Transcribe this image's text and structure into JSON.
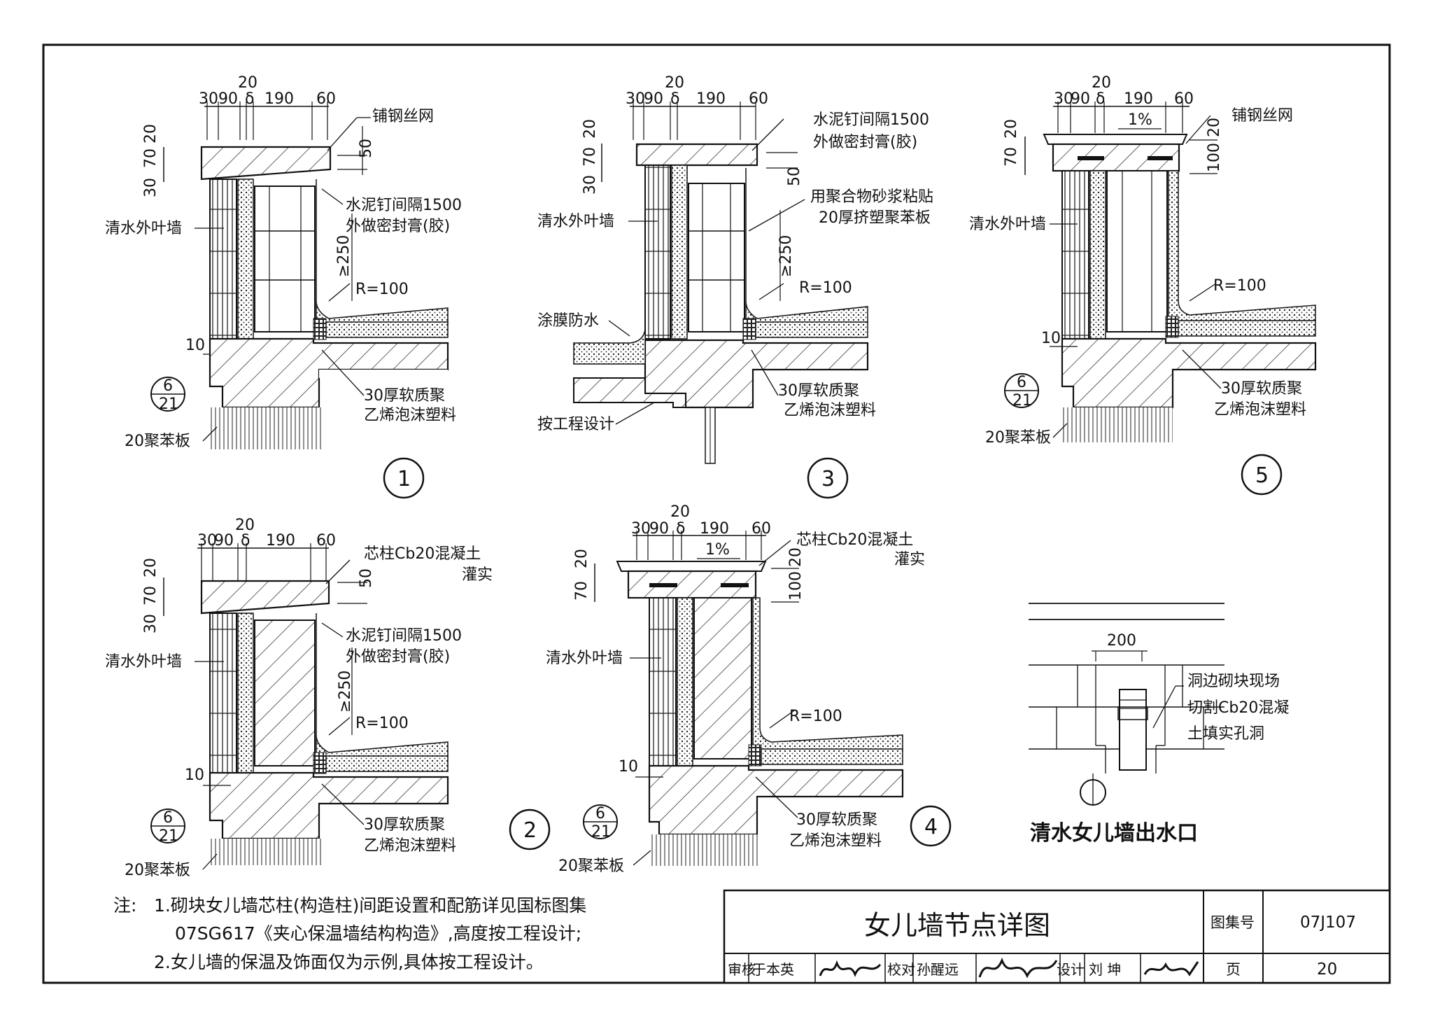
{
  "title_block": {
    "drawing_title": "女儿墙节点详图",
    "atlas_no_label": "图集号",
    "atlas_no": "07J107",
    "page_label": "页",
    "page_no": "20",
    "review_label": "审核",
    "reviewer": "于本英",
    "check_label": "校对",
    "checker": "孙醒远",
    "design_label": "设计",
    "designer": "刘 坤"
  },
  "notes": {
    "prefix": "注:",
    "line1": "1.砌块女儿墙芯柱(构造柱)间距设置和配筋详见国标图集",
    "line2": "07SG617《夹心保温墙结构构造》,高度按工程设计;",
    "line3": "2.女儿墙的保温及饰面仅为示例,具体按工程设计。"
  },
  "dimensions": {
    "top": [
      "30",
      "90",
      "δ",
      "190",
      "60"
    ],
    "gap": "20",
    "left": [
      "30",
      "70",
      "20"
    ],
    "left5": [
      "70",
      "20"
    ],
    "cap_h": "50",
    "cap_h5": "100",
    "cap_h5b": "20",
    "height": "≥250",
    "joint": "10",
    "radius": "R=100",
    "slope": "1%",
    "outlet_w": "200"
  },
  "labels": {
    "steel_mesh": "铺钢丝网",
    "nail_1": "水泥钉间隔1500",
    "nail_2": "外做密封膏(胶)",
    "face_wall": "清水外叶墙",
    "soft_foam_1": "30厚软质聚",
    "soft_foam_2": "乙烯泡沫塑料",
    "eps_board": "20聚苯板",
    "polymer_1": "用聚合物砂浆粘贴",
    "polymer_2": "20厚挤塑聚苯板",
    "coating": "涂膜防水",
    "by_design": "按工程设计",
    "core_col_1": "芯柱Cb20混凝土",
    "core_col_2": "灌实",
    "outlet_1": "洞边砌块现场",
    "outlet_2": "切割Cb20混凝",
    "outlet_3": "土填实孔洞",
    "outlet_title": "清水女儿墙出水口",
    "ref_top": "6",
    "ref_bottom": "21"
  },
  "detail_numbers": [
    "1",
    "2",
    "3",
    "4",
    "5"
  ]
}
